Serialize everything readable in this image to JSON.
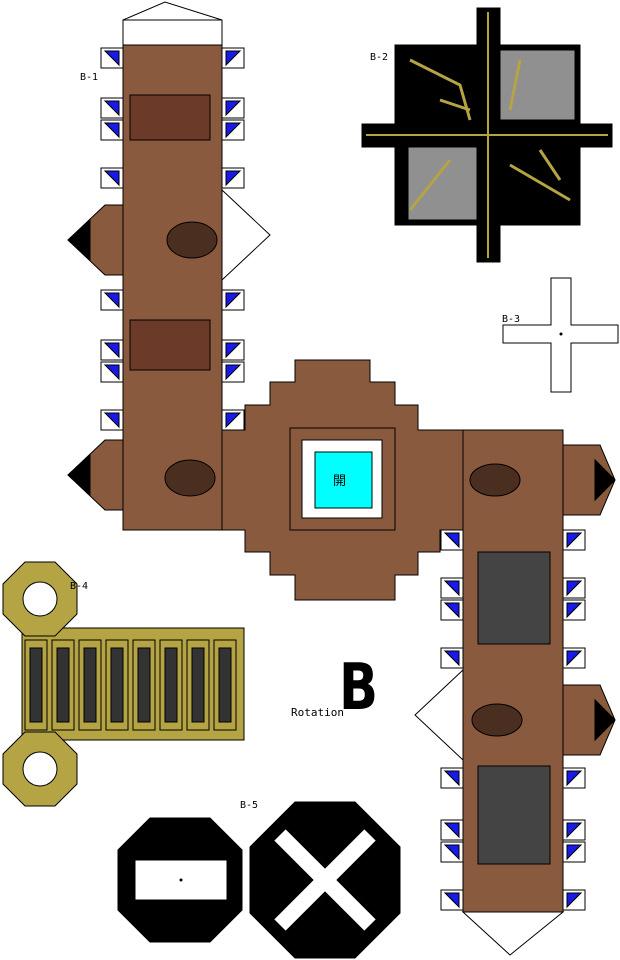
{
  "parts": [
    {
      "id": "B-1",
      "label": "B-1"
    },
    {
      "id": "B-2",
      "label": "B-2"
    },
    {
      "id": "B-3",
      "label": "B-3"
    },
    {
      "id": "B-4",
      "label": "B-4"
    },
    {
      "id": "B-5",
      "label": "B-5"
    }
  ],
  "center_mark": "開",
  "rotation_label": "Rotation",
  "sheet_letter": "B",
  "colors": {
    "brown": "#8A5A3E",
    "dark_brown": "#4A2E20",
    "gold": "#B4A444",
    "blue": "#1A1AE6",
    "cyan": "#00FFFF",
    "gray": "#909090",
    "black": "#000000"
  }
}
